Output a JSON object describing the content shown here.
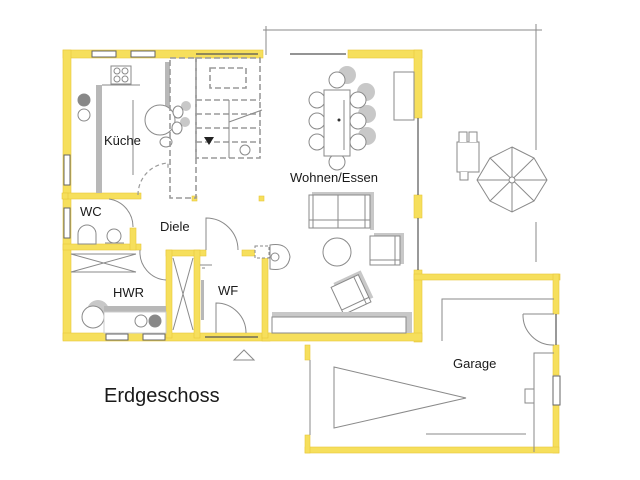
{
  "plan": {
    "title": "Erdgeschoss",
    "rooms": [
      {
        "id": "kueche",
        "label": "Küche"
      },
      {
        "id": "wohnen-essen",
        "label": "Wohnen/Essen"
      },
      {
        "id": "wc",
        "label": "WC"
      },
      {
        "id": "diele",
        "label": "Diele"
      },
      {
        "id": "hwr",
        "label": "HWR"
      },
      {
        "id": "wf",
        "label": "WF"
      },
      {
        "id": "garage",
        "label": "Garage"
      }
    ],
    "colors": {
      "wall": "#f6df5c",
      "line": "#8a8a8a",
      "text": "#1a1a1a",
      "background": "#ffffff"
    }
  }
}
